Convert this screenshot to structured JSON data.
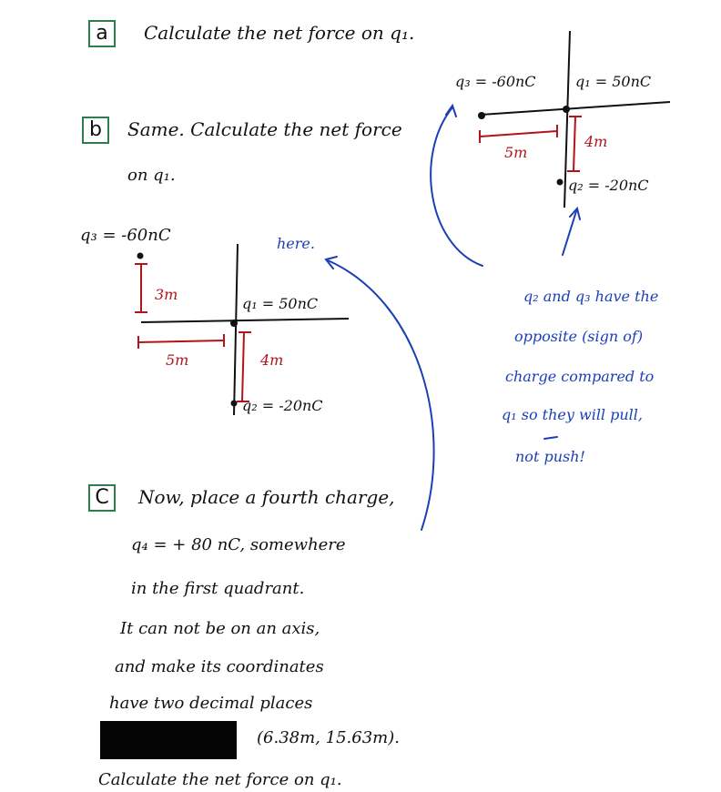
{
  "part_a": {
    "label": "a",
    "text": "Calculate the net force on q₁."
  },
  "part_b": {
    "label": "b",
    "line1": "Same. Calculate the net force",
    "line2": "on q₁."
  },
  "diagram_b": {
    "q3_label": "q₃ = -60nC",
    "q1_label": "q₁ = 50nC",
    "q2_label": "q₂ = -20nC",
    "dist_3m": "3m",
    "dist_5m": "5m",
    "dist_4m": "4m",
    "here_text": "here."
  },
  "diagram_top": {
    "q3_label": "q₃ = -60nC",
    "q1_label": "q₁ = 50nC",
    "q2_label": "q₂ = -20nC",
    "dist_5m": "5m",
    "dist_4m": "4m"
  },
  "note": {
    "line1": "q₂ and q₃ have the",
    "line2": "opposite (sign of)",
    "line3": "charge compared to",
    "line4": "q₁ so they will pull,",
    "line5": "not push!"
  },
  "part_c": {
    "label": "C",
    "line1": "Now, place a fourth charge,",
    "line2": "q₄ = + 80 nC, somewhere",
    "line3": "in the first quadrant.",
    "line4": "It can not be on an axis,",
    "line5": "and make its coordinates",
    "line6": "have two decimal places",
    "coords": "(6.38m, 15.63m).",
    "line8": "Calculate the net force on q₁."
  },
  "colors": {
    "box_border": "#2e7d4f",
    "blue_ink": "#1a3fb8",
    "red_ink": "#b3141b"
  }
}
